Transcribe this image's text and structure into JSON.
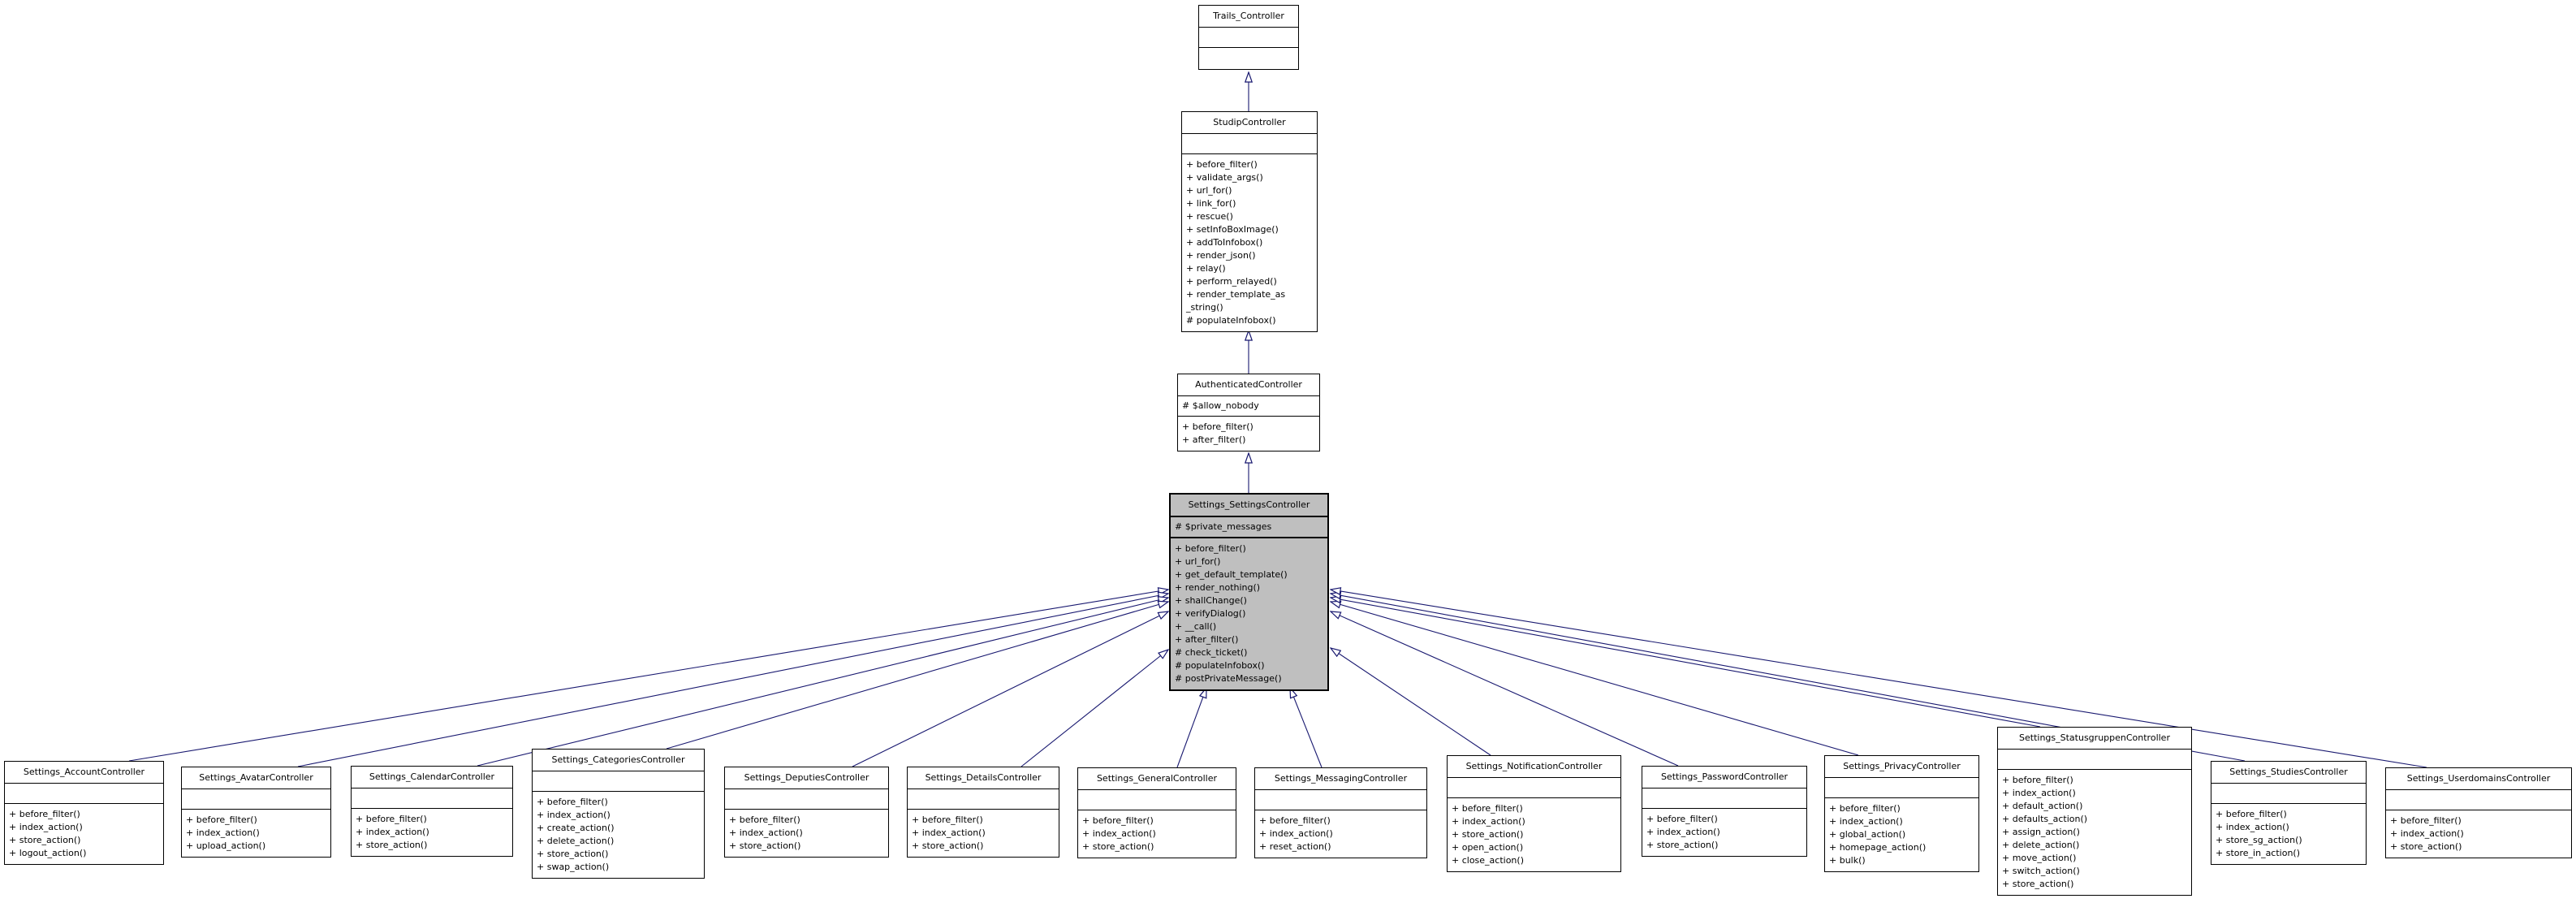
{
  "diagram_type": "uml-inheritance-diagram",
  "colors": {
    "edge": "#191970",
    "selected_fill": "#bfbfbf",
    "box_border": "#000000",
    "background": "#ffffff"
  },
  "classes": {
    "trails": {
      "name": "Trails_Controller",
      "attrs": [],
      "methods": []
    },
    "studip": {
      "name": "StudipController",
      "attrs": [],
      "methods": [
        "+ before_filter()",
        "+ validate_args()",
        "+ url_for()",
        "+ link_for()",
        "+ rescue()",
        "+ setInfoBoxImage()",
        "+ addToInfobox()",
        "+ render_json()",
        "+ relay()",
        "+ perform_relayed()",
        "+ render_template_as",
        "_string()",
        "# populateInfobox()"
      ]
    },
    "authenticated": {
      "name": "AuthenticatedController",
      "attrs": [
        "# $allow_nobody"
      ],
      "methods": [
        "+ before_filter()",
        "+ after_filter()"
      ]
    },
    "settings": {
      "name": "Settings_SettingsController",
      "attrs": [
        "# $private_messages"
      ],
      "methods": [
        "+ before_filter()",
        "+ url_for()",
        "+ get_default_template()",
        "+ render_nothing()",
        "+ shallChange()",
        "+ verifyDialog()",
        "+ __call()",
        "+ after_filter()",
        "# check_ticket()",
        "# populateInfobox()",
        "# postPrivateMessage()"
      ]
    },
    "account": {
      "name": "Settings_AccountController",
      "attrs": [],
      "methods": [
        "+ before_filter()",
        "+ index_action()",
        "+ store_action()",
        "+ logout_action()"
      ]
    },
    "avatar": {
      "name": "Settings_AvatarController",
      "attrs": [],
      "methods": [
        "+ before_filter()",
        "+ index_action()",
        "+ upload_action()"
      ]
    },
    "calendar": {
      "name": "Settings_CalendarController",
      "attrs": [],
      "methods": [
        "+ before_filter()",
        "+ index_action()",
        "+ store_action()"
      ]
    },
    "categories": {
      "name": "Settings_CategoriesController",
      "attrs": [],
      "methods": [
        "+ before_filter()",
        "+ index_action()",
        "+ create_action()",
        "+ delete_action()",
        "+ store_action()",
        "+ swap_action()"
      ]
    },
    "deputies": {
      "name": "Settings_DeputiesController",
      "attrs": [],
      "methods": [
        "+ before_filter()",
        "+ index_action()",
        "+ store_action()"
      ]
    },
    "details": {
      "name": "Settings_DetailsController",
      "attrs": [],
      "methods": [
        "+ before_filter()",
        "+ index_action()",
        "+ store_action()"
      ]
    },
    "general": {
      "name": "Settings_GeneralController",
      "attrs": [],
      "methods": [
        "+ before_filter()",
        "+ index_action()",
        "+ store_action()"
      ]
    },
    "messaging": {
      "name": "Settings_MessagingController",
      "attrs": [],
      "methods": [
        "+ before_filter()",
        "+ index_action()",
        "+ reset_action()"
      ]
    },
    "notification": {
      "name": "Settings_NotificationController",
      "attrs": [],
      "methods": [
        "+ before_filter()",
        "+ index_action()",
        "+ store_action()",
        "+ open_action()",
        "+ close_action()"
      ]
    },
    "password": {
      "name": "Settings_PasswordController",
      "attrs": [],
      "methods": [
        "+ before_filter()",
        "+ index_action()",
        "+ store_action()"
      ]
    },
    "privacy": {
      "name": "Settings_PrivacyController",
      "attrs": [],
      "methods": [
        "+ before_filter()",
        "+ index_action()",
        "+ global_action()",
        "+ homepage_action()",
        "+ bulk()"
      ]
    },
    "statusgruppen": {
      "name": "Settings_StatusgruppenController",
      "attrs": [],
      "methods": [
        "+ before_filter()",
        "+ index_action()",
        "+ default_action()",
        "+ defaults_action()",
        "+ assign_action()",
        "+ delete_action()",
        "+ move_action()",
        "+ switch_action()",
        "+ store_action()"
      ]
    },
    "studies": {
      "name": "Settings_StudiesController",
      "attrs": [],
      "methods": [
        "+ before_filter()",
        "+ index_action()",
        "+ store_sg_action()",
        "+ store_in_action()"
      ]
    },
    "userdomains": {
      "name": "Settings_UserdomainsController",
      "attrs": [],
      "methods": [
        "+ before_filter()",
        "+ index_action()",
        "+ store_action()"
      ]
    }
  },
  "edges": [
    {
      "from": "StudipController",
      "to": "Trails_Controller",
      "type": "inheritance"
    },
    {
      "from": "AuthenticatedController",
      "to": "StudipController",
      "type": "inheritance"
    },
    {
      "from": "Settings_SettingsController",
      "to": "AuthenticatedController",
      "type": "inheritance"
    },
    {
      "from": "Settings_AccountController",
      "to": "Settings_SettingsController",
      "type": "inheritance"
    },
    {
      "from": "Settings_AvatarController",
      "to": "Settings_SettingsController",
      "type": "inheritance"
    },
    {
      "from": "Settings_CalendarController",
      "to": "Settings_SettingsController",
      "type": "inheritance"
    },
    {
      "from": "Settings_CategoriesController",
      "to": "Settings_SettingsController",
      "type": "inheritance"
    },
    {
      "from": "Settings_DeputiesController",
      "to": "Settings_SettingsController",
      "type": "inheritance"
    },
    {
      "from": "Settings_DetailsController",
      "to": "Settings_SettingsController",
      "type": "inheritance"
    },
    {
      "from": "Settings_GeneralController",
      "to": "Settings_SettingsController",
      "type": "inheritance"
    },
    {
      "from": "Settings_MessagingController",
      "to": "Settings_SettingsController",
      "type": "inheritance"
    },
    {
      "from": "Settings_NotificationController",
      "to": "Settings_SettingsController",
      "type": "inheritance"
    },
    {
      "from": "Settings_PasswordController",
      "to": "Settings_SettingsController",
      "type": "inheritance"
    },
    {
      "from": "Settings_PrivacyController",
      "to": "Settings_SettingsController",
      "type": "inheritance"
    },
    {
      "from": "Settings_StatusgruppenController",
      "to": "Settings_SettingsController",
      "type": "inheritance"
    },
    {
      "from": "Settings_StudiesController",
      "to": "Settings_SettingsController",
      "type": "inheritance"
    },
    {
      "from": "Settings_UserdomainsController",
      "to": "Settings_SettingsController",
      "type": "inheritance"
    }
  ]
}
